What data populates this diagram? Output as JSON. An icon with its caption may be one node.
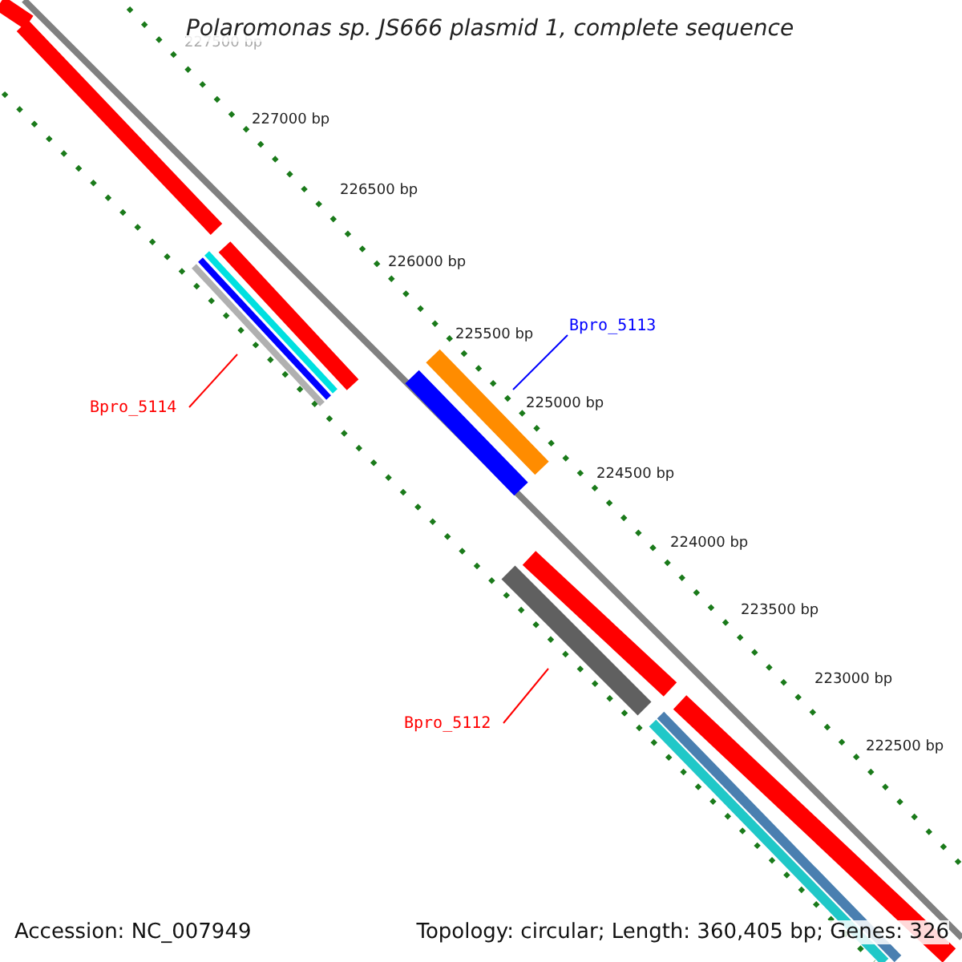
{
  "diagram": {
    "title": "Polaromonas sp. JS666 plasmid 1, complete sequence",
    "nodes": [
      {
        "text": [
          "Bpro_5114"
        ]
      },
      {
        "text": [],
        "shape": "bar"
      },
      {
        "text": [
          "Bpro_5113"
        ]
      },
      {
        "text": [],
        "shape": "bar"
      },
      {
        "text": [
          "Bpro_5112"
        ]
      },
      {
        "text": [],
        "shape": "bar"
      }
    ],
    "edges": [
      {
        "from": 0,
        "to": 1,
        "arrow": "none"
      },
      {
        "from": 2,
        "to": 3,
        "arrow": "none",
        "color": "#0000ff"
      },
      {
        "from": 4,
        "to": 5,
        "arrow": "none"
      }
    ],
    "labels": [
      "227500 bp",
      "227000 bp",
      "226500 bp",
      "226000 bp",
      "225500 bp",
      "225000 bp",
      "224500 bp",
      "224000 bp",
      "223500 bp",
      "223000 bp",
      "222500 bp",
      "Accession: NC_007949",
      "Topology: circular; Length: 360,405 bp; Genes: 326"
    ]
  }
}
